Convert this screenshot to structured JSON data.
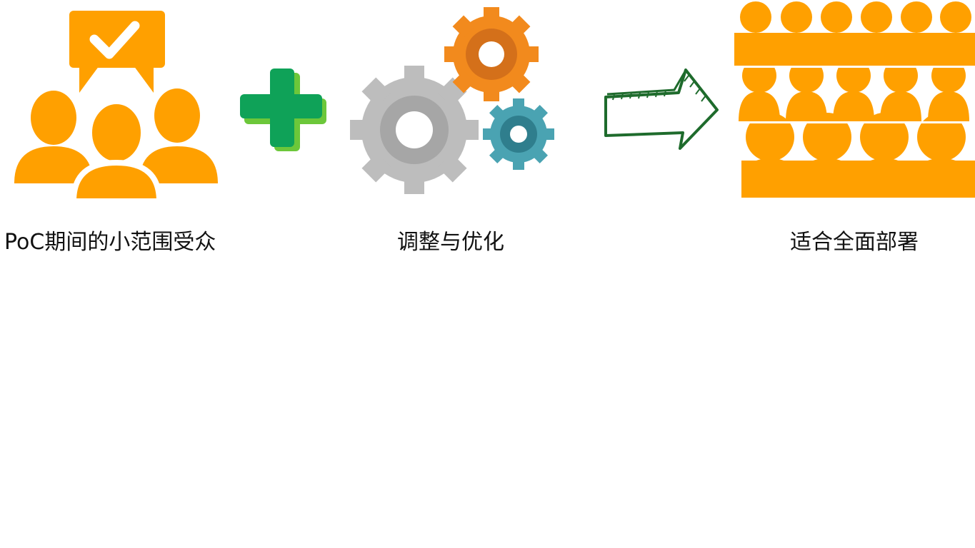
{
  "colors": {
    "people": "#FFA000",
    "plus_face": "#0FA258",
    "plus_shadow": "#6CC73A",
    "gear_gray": "#BDBDBD",
    "gear_gray_ring": "#A6A6A6",
    "gear_orange": "#F28A1D",
    "gear_orange_ring": "#D4701A",
    "gear_teal": "#4AA3B2",
    "gear_teal_ring": "#2F7E8D",
    "arrow_stroke": "#1E6B2C",
    "text": "#111111"
  },
  "icons": {
    "audience_small": "small-audience-with-approval-bubble-icon",
    "plus": "plus-icon",
    "gears": "gears-icon",
    "arrow": "hand-drawn-right-arrow-icon",
    "audience_large": "large-audience-icon"
  },
  "captions": {
    "small_audience": "PoC期间的小范围受众",
    "optimize": "调整与优化",
    "full_deployment": "适合全面部署"
  }
}
